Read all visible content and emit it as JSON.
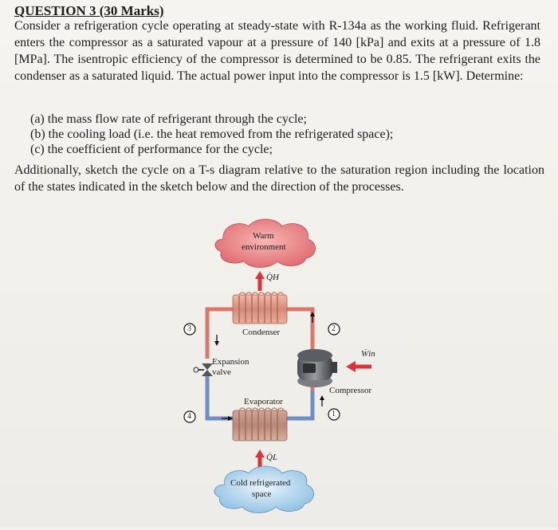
{
  "question": {
    "title": "QUESTION 3 (30 Marks)",
    "intro": "Consider a refrigeration cycle operating at steady-state with R-134a as the working fluid. Refrigerant enters the compressor as a saturated vapour at a pressure of 140 [kPa] and exits at a pressure of 1.8 [MPa]. The isentropic efficiency of the compressor is determined to be 0.85. The refrigerant exits the condenser as a saturated liquid. The actual power input into the compressor is 1.5 [kW]. Determine:",
    "items": [
      "(a) the mass flow rate of refrigerant through the cycle;",
      "(b) the cooling load (i.e. the heat removed from the refrigerated space);",
      "(c) the coefficient of performance for the cycle;"
    ],
    "additional": "Additionally, sketch the cycle on a T-s diagram relative to the saturation region including the location of the states indicated in the sketch below and the direction of the processes."
  },
  "diagram": {
    "warm_env_line1": "Warm",
    "warm_env_line2": "environment",
    "qh": "Q̇H",
    "condenser": "Condenser",
    "expansion_line1": "Expansion",
    "expansion_line2": "valve",
    "evaporator": "Evaporator",
    "compressor": "Compressor",
    "win": "Ẇin",
    "ql": "Q̇L",
    "cold_line1": "Cold refrigerated",
    "cold_line2": "space",
    "states": [
      "1",
      "2",
      "3",
      "4"
    ],
    "colors": {
      "hot_line": "#d9786a",
      "cold_line": "#6f8fc4",
      "cloud_warm": "#e6747a",
      "cloud_cold": "#9cc7e6",
      "arrow_red": "#d8343a"
    }
  }
}
